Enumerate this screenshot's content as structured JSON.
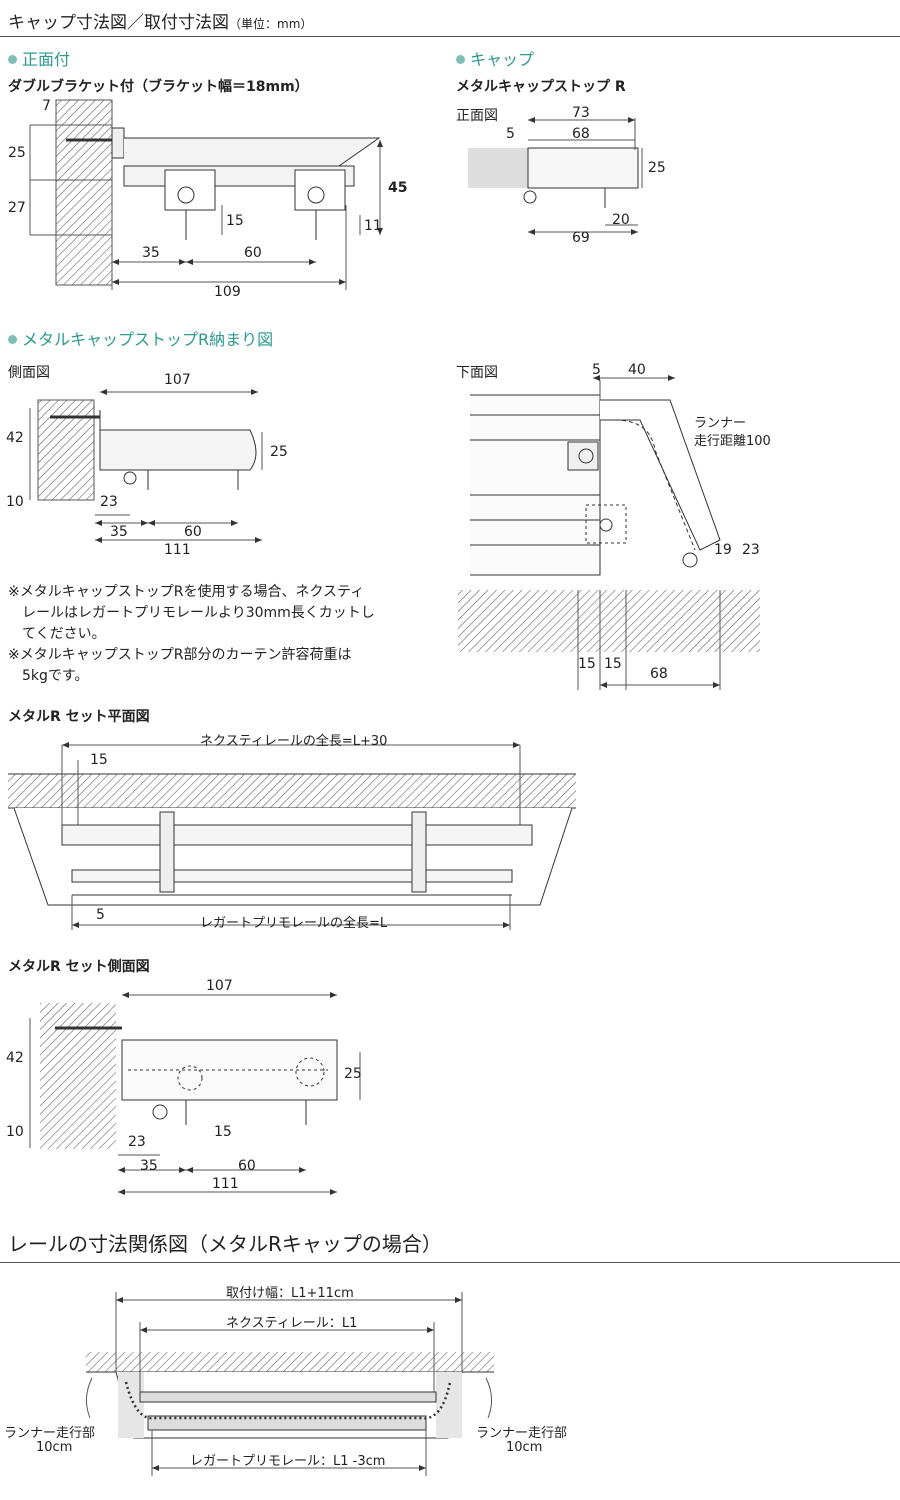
{
  "title": "キャップ寸法図／取付寸法図",
  "unit": "（単位：mm）",
  "front": {
    "heading": "正面付",
    "subheading": "ダブルブラケット付（ブラケット幅＝18mm）",
    "dims": {
      "d7": "7",
      "d25": "25",
      "d27": "27",
      "d45": "45",
      "d11": "11",
      "d15": "15",
      "d35": "35",
      "d60": "60",
      "d109": "109"
    }
  },
  "cap": {
    "heading": "キャップ",
    "subheading": "メタルキャップストップ R",
    "view": "正面図",
    "dims": {
      "d73": "73",
      "d5": "5",
      "d68": "68",
      "d25": "25",
      "d20": "20",
      "d69": "69"
    }
  },
  "fit": {
    "heading": "メタルキャップストップR納まり図",
    "side_view": "側面図",
    "bottom_view": "下面図",
    "side_dims": {
      "d107": "107",
      "d42": "42",
      "d25": "25",
      "d10": "10",
      "d23": "23",
      "d35": "35",
      "d60": "60",
      "d111": "111"
    },
    "bottom_dims": {
      "d5": "5",
      "d40": "40",
      "d19": "19",
      "d23": "23",
      "d15a": "15",
      "d15b": "15",
      "d68": "68"
    },
    "runner_label_1": "ランナー",
    "runner_label_2": "走行距離100"
  },
  "notes": [
    "※メタルキャップストップRを使用する場合、ネクスティ",
    "　レールはレガートプリモレールより30mm長くカットし",
    "　てください。",
    "※メタルキャップストップR部分のカーテン許容荷重は",
    "　5kgです。"
  ],
  "plan": {
    "heading": "メタルR セット平面図",
    "top_dim": "ネクスティレールの全長=L+30",
    "bottom_dim": "レガートプリモレールの全長=L",
    "d15": "15",
    "d5": "5"
  },
  "setside": {
    "heading": "メタルR セット側面図",
    "dims": {
      "d107": "107",
      "d42": "42",
      "d25": "25",
      "d10": "10",
      "d23": "23",
      "d15": "15",
      "d35": "35",
      "d60": "60",
      "d111": "111"
    }
  },
  "relation": {
    "heading": "レールの寸法関係図（メタルRキャップの場合）",
    "mount_width": "取付け幅：L1+11cm",
    "nexty": "ネクスティレール：L1",
    "legato": "レガートプリモレール：L1 -3cm",
    "runner_left_1": "ランナー走行部",
    "runner_left_2": "10cm",
    "runner_right_1": "ランナー走行部",
    "runner_right_2": "10cm"
  }
}
